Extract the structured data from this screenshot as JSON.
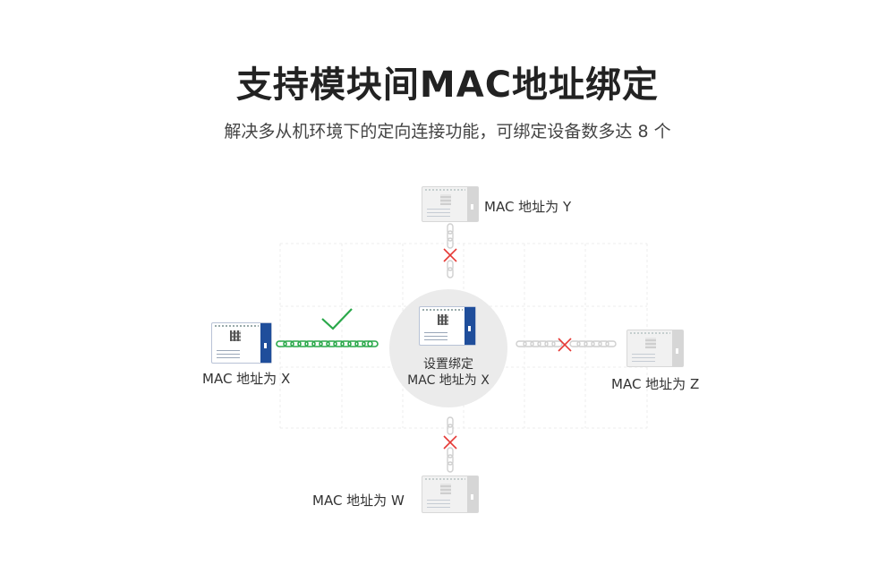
{
  "header": {
    "title": "支持模块间MAC地址绑定",
    "subtitle": "解决多从机环境下的定向连接功能，可绑定设备数多达 8 个"
  },
  "diagram": {
    "center": {
      "line1": "设置绑定",
      "line2": "MAC 地址为 X"
    },
    "nodes": {
      "left": {
        "label": "MAC 地址为 X",
        "status": "bound"
      },
      "top": {
        "label": "MAC 地址为 Y",
        "status": "blocked"
      },
      "right": {
        "label": "MAC 地址为 Z",
        "status": "blocked"
      },
      "bottom": {
        "label": "MAC 地址为 W",
        "status": "blocked"
      }
    }
  },
  "colors": {
    "bound": "#2aa84a",
    "blocked": "#e53935",
    "inactive_chain": "#cfcfcf",
    "module_edge": "#1f4e9b"
  },
  "icons": {
    "bound": "check-icon",
    "blocked": "cross-icon",
    "link": "chain-link-icon"
  }
}
